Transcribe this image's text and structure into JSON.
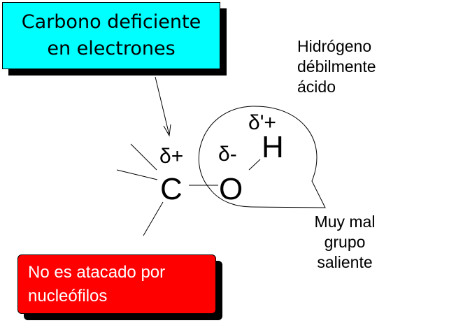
{
  "callouts": {
    "carbon": [
      "Carbono deficiente",
      "en electrones"
    ],
    "nucleophile": [
      "No es atacado por",
      "nucleófilos"
    ]
  },
  "labels": {
    "hydrogen": [
      "Hidrógeno",
      "débilmente",
      "ácido"
    ],
    "leaving_group": [
      "Muy mal grupo",
      "saliente"
    ]
  },
  "molecule": {
    "carbon": "C",
    "oxygen": "O",
    "hydrogen": "H",
    "carbon_charge": "δ+",
    "oxygen_charge": "δ-",
    "hydrogen_charge": "δ'+"
  },
  "colors": {
    "cyan_box": "#00ffff",
    "red_box": "#ff0000"
  }
}
